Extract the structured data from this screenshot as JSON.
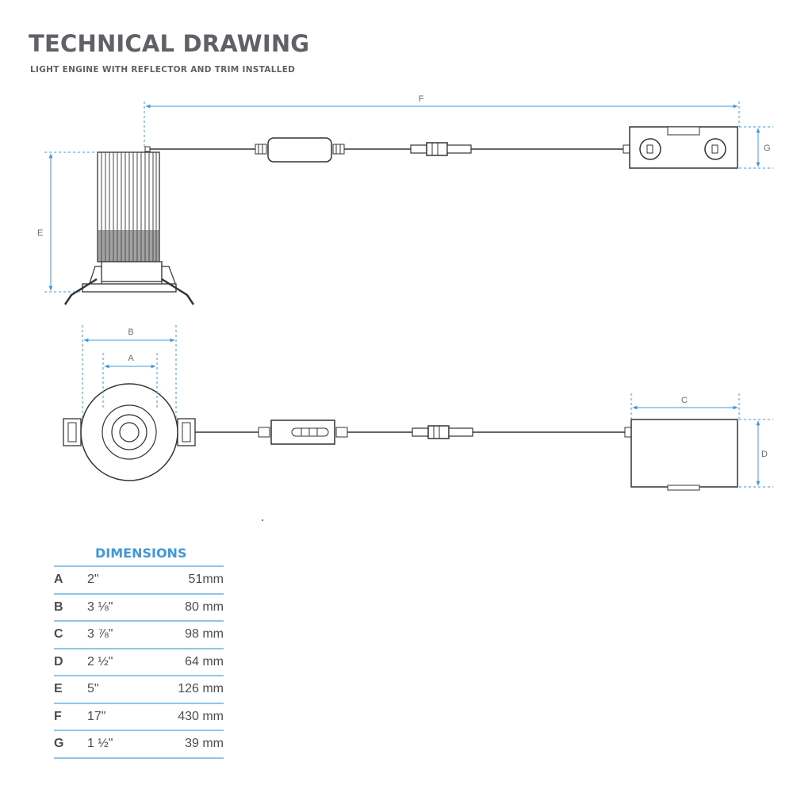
{
  "title": "TECHNICAL DRAWING",
  "subtitle": "LIGHT ENGINE WITH REFLECTOR AND TRIM INSTALLED",
  "dimension_labels": {
    "A": "A",
    "B": "B",
    "C": "C",
    "D": "D",
    "E": "E",
    "F": "F",
    "G": "G"
  },
  "dimensions": {
    "heading": "DIMENSIONS",
    "rows": [
      {
        "letter": "A",
        "imperial": "2\"",
        "metric": "51mm"
      },
      {
        "letter": "B",
        "imperial": "3 ⅛\"",
        "metric": "80 mm"
      },
      {
        "letter": "C",
        "imperial": "3 ⅞\"",
        "metric": "98 mm"
      },
      {
        "letter": "D",
        "imperial": "2 ½\"",
        "metric": "64 mm"
      },
      {
        "letter": "E",
        "imperial": "5\"",
        "metric": "126 mm"
      },
      {
        "letter": "F",
        "imperial": "17\"",
        "metric": "430 mm"
      },
      {
        "letter": "G",
        "imperial": "1 ½\"",
        "metric": "39 mm"
      }
    ]
  },
  "colors": {
    "dimension_line": "#3c9ad8",
    "outline": "#3a3a3a",
    "heading": "#5f6166"
  }
}
